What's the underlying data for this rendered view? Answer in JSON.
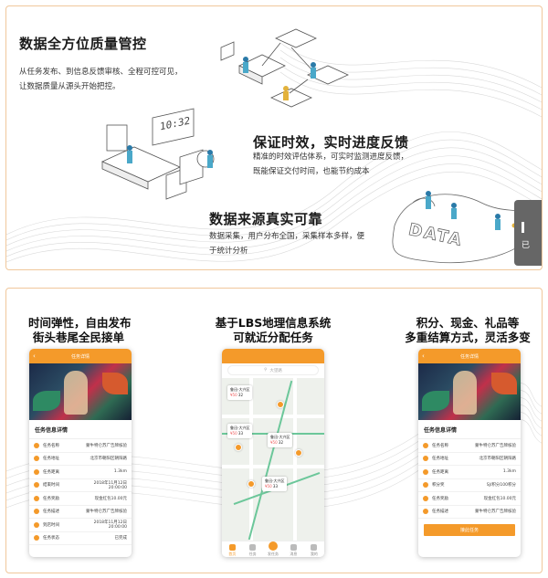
{
  "top": {
    "block1": {
      "title": "数据全方位质量管控",
      "desc1": "从任务发布、到信息反馈审核、全程可控可见，",
      "desc2": "让数据质量从源头开始把控。"
    },
    "block2": {
      "title": "保证时效，实时进度反馈",
      "desc1": "精准的时效评估体系，可实时监测进度反馈，",
      "desc2": "既能保证交付时间，也能节约成本"
    },
    "block3": {
      "title": "数据来源真实可靠",
      "desc1": "数据采集，用户分布全国，采集样本多样，便",
      "desc2": "于统计分析"
    },
    "clock_digits": "10:32",
    "map_word": "DATA",
    "side_tab_label": "已"
  },
  "bottom": {
    "feature1": {
      "line1": "时间弹性，自由发布",
      "line2": "街头巷尾全民接单"
    },
    "feature2": {
      "line1": "基于LBS地理信息系统",
      "line2": "可就近分配任务"
    },
    "feature3": {
      "line1": "积分、现金、礼品等",
      "line2": "多重结算方式，灵活多变"
    },
    "phone1": {
      "header": "任务详情",
      "section": "任务信息详情",
      "rows": [
        {
          "label": "任务名称",
          "value": "蒙牛特仑苏广告牌核验"
        },
        {
          "label": "任务地址",
          "value": "北京市朝阳区朝阳路"
        },
        {
          "label": "任务距离",
          "value": "1.3km"
        },
        {
          "label": "结束时间",
          "value": "2018年11月12日 20:00:00"
        },
        {
          "label": "任务奖励",
          "value": "现金红包10.00元"
        },
        {
          "label": "任务描述",
          "value": "蒙牛特仑苏广告牌核验"
        },
        {
          "label": "到店时间",
          "value": "2018年11月12日 20:00:00"
        },
        {
          "label": "任务状态",
          "value": "已完成"
        }
      ]
    },
    "phone2": {
      "search": "大望路",
      "cards": [
        {
          "title": "鲁迅-大兴区",
          "tag": "¥50",
          "extra": "32"
        },
        {
          "title": "鲁迅-大兴区",
          "tag": "¥50",
          "extra": "33"
        },
        {
          "title": "鲁迅-大兴区",
          "tag": "¥50",
          "extra": "32"
        },
        {
          "title": "鲁迅-大兴区",
          "tag": "¥50",
          "extra": "33"
        }
      ],
      "tabs": [
        "首页",
        "任务",
        "发任务",
        "消息",
        "我的"
      ]
    },
    "phone3": {
      "header": "任务详情",
      "section": "任务信息详情",
      "rows": [
        {
          "label": "任务名称",
          "value": "蒙牛特仑苏广告牌核验"
        },
        {
          "label": "任务地址",
          "value": "北京市朝阳区朝阳路"
        },
        {
          "label": "任务距离",
          "value": "1.3km"
        },
        {
          "label": "积分奖",
          "value": "SJ/积分100积分"
        },
        {
          "label": "任务奖励",
          "value": "现金红包10.00元"
        },
        {
          "label": "任务描述",
          "value": "蒙牛特仑苏广告牌核验"
        }
      ],
      "button": "接此任务"
    },
    "accent_color": "#f49a2a"
  }
}
